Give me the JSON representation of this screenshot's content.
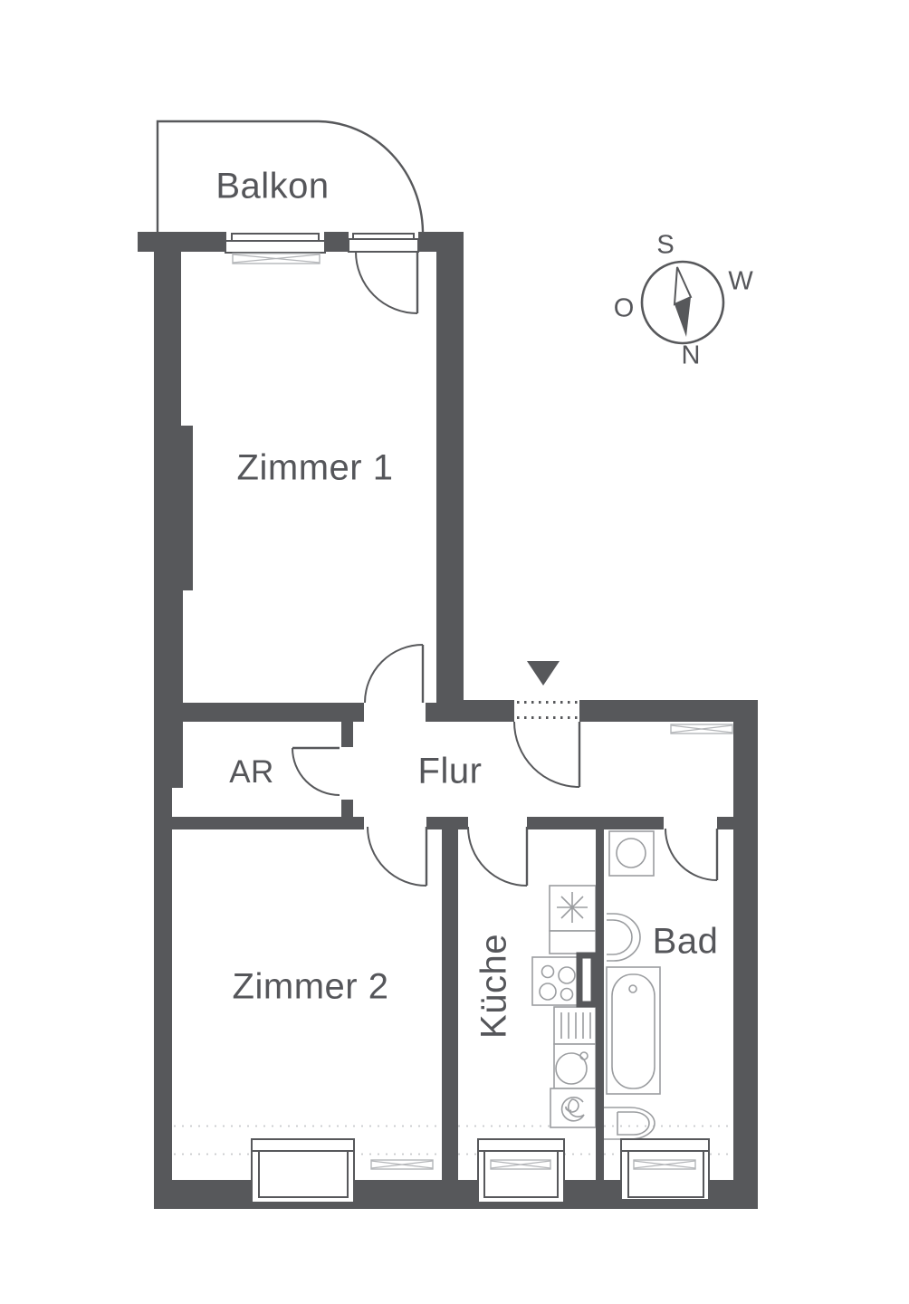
{
  "plan": {
    "rooms": {
      "balkon": "Balkon",
      "zimmer1": "Zimmer 1",
      "ar": "AR",
      "flur": "Flur",
      "zimmer2": "Zimmer 2",
      "kueche": "Küche",
      "bad": "Bad"
    }
  },
  "compass": {
    "south": "S",
    "west": "W",
    "east": "O",
    "north": "N"
  },
  "colors": {
    "wall": "#57585B",
    "fixture": "#9B9DA0",
    "radiator": "#B4B6B9",
    "dashed": "#C9CACC",
    "text": "#55565A",
    "background": "#FFFFFF"
  }
}
